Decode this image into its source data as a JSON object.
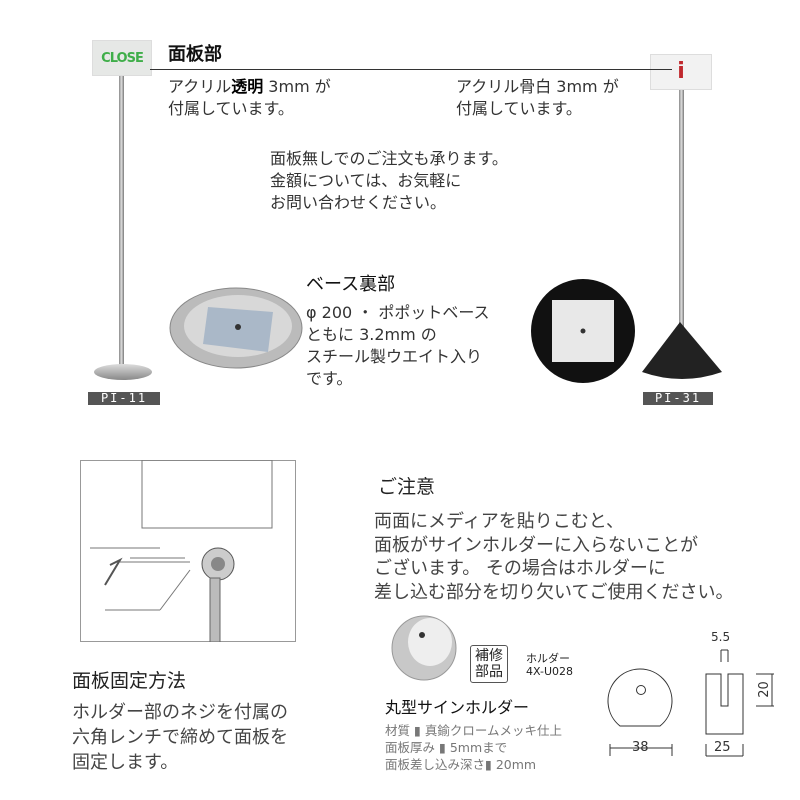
{
  "panel_section": {
    "title": "面板部",
    "left_text": {
      "prefix": "アクリル",
      "bold": "透明",
      "suffix": " 3mm が",
      "line2": "付属しています。"
    },
    "right_text": {
      "line1": "アクリル骨白 3mm が",
      "line2": "付属しています。"
    },
    "note": [
      "面板無しでのご注文も承ります。",
      "金額については、お気軽に",
      "お問い合わせください。"
    ]
  },
  "base_section": {
    "title": "ベース裏部",
    "lines": [
      "φ 200 ・ ポポットベース",
      "ともに 3.2mm の",
      "スチール製ウエイト入り",
      "です。"
    ]
  },
  "products": {
    "left_label": "PI-11",
    "right_label": "PI-31",
    "left_sign_text": "CLOSE",
    "right_sign_text": "i"
  },
  "fixing": {
    "title": "面板固定方法",
    "lines": [
      "ホルダー部のネジを付属の",
      "六角レンチで締めて面板を",
      "固定します。"
    ]
  },
  "caution": {
    "title": "ご注意",
    "lines": [
      "両面にメディアを貼りこむと、",
      "面板がサインホルダーに入らないことが",
      "ございます。 その場合はホルダーに",
      "差し込む部分を切り欠いてご使用ください。"
    ]
  },
  "holder": {
    "badge": [
      "補修",
      "部品"
    ],
    "part_label": "ホルダー",
    "part_code": "4X-U028",
    "name": "丸型サインホルダー",
    "specs": [
      "材質 ▮ 真鍮クロームメッキ仕上",
      "面板厚み ▮ 5mmまで",
      "面板差し込み深さ▮  20mm"
    ],
    "dimensions": {
      "diameter": "38",
      "width": "25",
      "height": "20",
      "slot": "5.5"
    }
  },
  "colors": {
    "close_green": "#3fae49",
    "info_red": "#c0282d",
    "label_bg": "#555555"
  }
}
